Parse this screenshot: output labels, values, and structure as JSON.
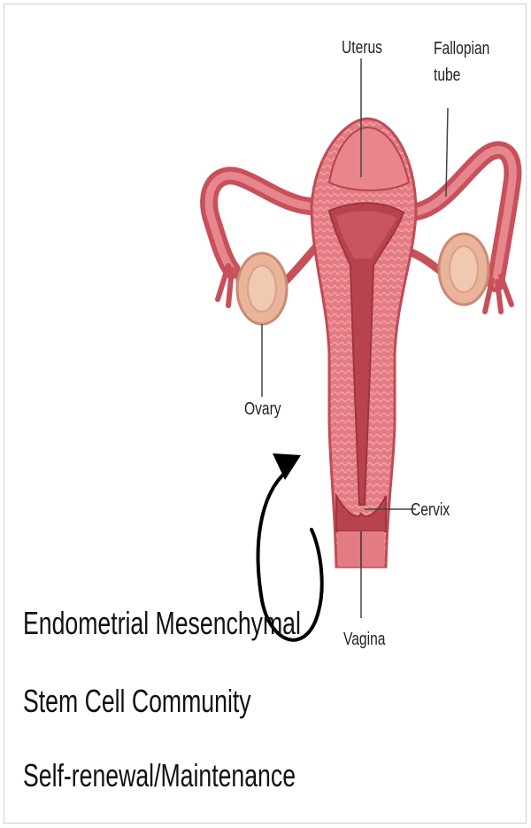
{
  "labels": {
    "uterus": "Uterus",
    "fallopian_tube": "Fallopian\ntube",
    "ovary": "Ovary",
    "cervix": "Cervix",
    "vagina": "Vagina"
  },
  "caption": {
    "line1": "Endometrial Mesenchymal",
    "line2": "Stem Cell Community",
    "line3": "Self-renewal/Maintenance"
  },
  "colors": {
    "tissue_outer": "#d9606a",
    "tissue_inner": "#e98a8f",
    "tissue_dark": "#b8434d",
    "ovary": "#e9b49a",
    "arrow": "#000000"
  }
}
